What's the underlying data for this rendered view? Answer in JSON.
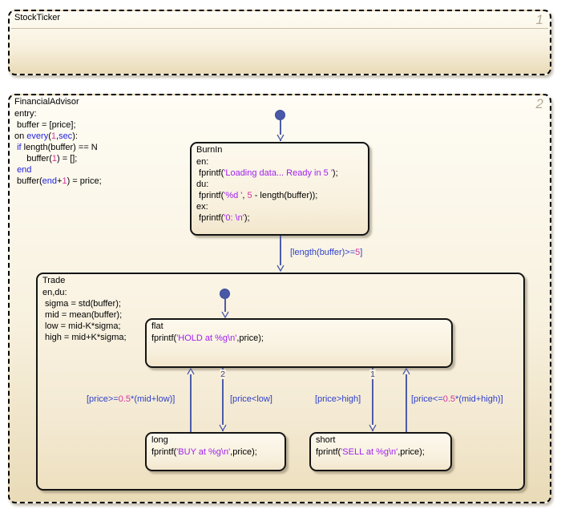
{
  "colors": {
    "keyword": "#2323dd",
    "string": "#a020f0",
    "number": "#d8339f",
    "transition_label": "#2d3fc8",
    "transition_line": "#4d5ca8",
    "priority_number": "#38457f",
    "order_badge": "#b5ac97"
  },
  "states": {
    "stock_ticker": {
      "title": "StockTicker",
      "order_badge": "1"
    },
    "financial_advisor": {
      "title": "FinancialAdvisor",
      "order_badge": "2",
      "code": [
        [
          [
            "p",
            "entry:"
          ]
        ],
        [
          [
            "p",
            " buffer = [price];"
          ]
        ],
        [
          [
            "p",
            "on "
          ],
          [
            "k",
            "every"
          ],
          [
            "p",
            "("
          ],
          [
            "n",
            "1"
          ],
          [
            "p",
            ","
          ],
          [
            "k",
            "sec"
          ],
          [
            "p",
            "):"
          ]
        ],
        [
          [
            "p",
            " "
          ],
          [
            "k",
            "if"
          ],
          [
            "p",
            " length(buffer) == N"
          ]
        ],
        [
          [
            "p",
            "     buffer("
          ],
          [
            "n",
            "1"
          ],
          [
            "p",
            ") = [];"
          ]
        ],
        [
          [
            "p",
            " "
          ],
          [
            "k",
            "end"
          ]
        ],
        [
          [
            "p",
            " buffer("
          ],
          [
            "k",
            "end"
          ],
          [
            "p",
            "+"
          ],
          [
            "n",
            "1"
          ],
          [
            "p",
            ") = price;"
          ]
        ]
      ]
    },
    "burn_in": {
      "title": "BurnIn",
      "code": [
        [
          [
            "p",
            "en:"
          ]
        ],
        [
          [
            "p",
            " fprintf("
          ],
          [
            "s",
            "'Loading data... Ready in 5 '"
          ],
          [
            "p",
            ");"
          ]
        ],
        [
          [
            "p",
            "du:"
          ]
        ],
        [
          [
            "p",
            " fprintf("
          ],
          [
            "s",
            "'%d '"
          ],
          [
            "p",
            ", "
          ],
          [
            "n",
            "5"
          ],
          [
            "p",
            " - length(buffer));"
          ]
        ],
        [
          [
            "p",
            "ex:"
          ]
        ],
        [
          [
            "p",
            " fprintf("
          ],
          [
            "s",
            "'0: \\n'"
          ],
          [
            "p",
            ");"
          ]
        ]
      ]
    },
    "trade": {
      "title": "Trade",
      "code": [
        [
          [
            "p",
            "en,du:"
          ]
        ],
        [
          [
            "p",
            " sigma = std(buffer);"
          ]
        ],
        [
          [
            "p",
            " mid = mean(buffer);"
          ]
        ],
        [
          [
            "p",
            " low = mid-K*sigma;"
          ]
        ],
        [
          [
            "p",
            " high = mid+K*sigma;"
          ]
        ]
      ]
    },
    "flat": {
      "title": "flat",
      "code": [
        [
          [
            "p",
            "fprintf("
          ],
          [
            "s",
            "'HOLD at %g\\n'"
          ],
          [
            "p",
            ",price);"
          ]
        ]
      ]
    },
    "long": {
      "title": "long",
      "code": [
        [
          [
            "p",
            "fprintf("
          ],
          [
            "s",
            "'BUY at %g\\n'"
          ],
          [
            "p",
            ",price);"
          ]
        ]
      ]
    },
    "short": {
      "title": "short",
      "code": [
        [
          [
            "p",
            "fprintf("
          ],
          [
            "s",
            "'SELL at %g\\n'"
          ],
          [
            "p",
            ",price);"
          ]
        ]
      ]
    }
  },
  "transitions": {
    "burnin_to_trade": {
      "label": [
        [
          "l",
          "[length(buffer)>="
        ],
        [
          "n",
          "5"
        ],
        [
          "l",
          "]"
        ]
      ]
    },
    "long_to_flat": {
      "label": [
        [
          "l",
          "[price>="
        ],
        [
          "n",
          "0.5"
        ],
        [
          "l",
          "*(mid+low)]"
        ]
      ]
    },
    "flat_to_long": {
      "label": [
        [
          "l",
          "[price<low]"
        ]
      ],
      "priority": "2"
    },
    "flat_to_short": {
      "label": [
        [
          "l",
          "[price>high]"
        ]
      ],
      "priority": "1"
    },
    "short_to_flat": {
      "label": [
        [
          "l",
          "[price<="
        ],
        [
          "n",
          "0.5"
        ],
        [
          "l",
          "*(mid+high)]"
        ]
      ]
    }
  }
}
